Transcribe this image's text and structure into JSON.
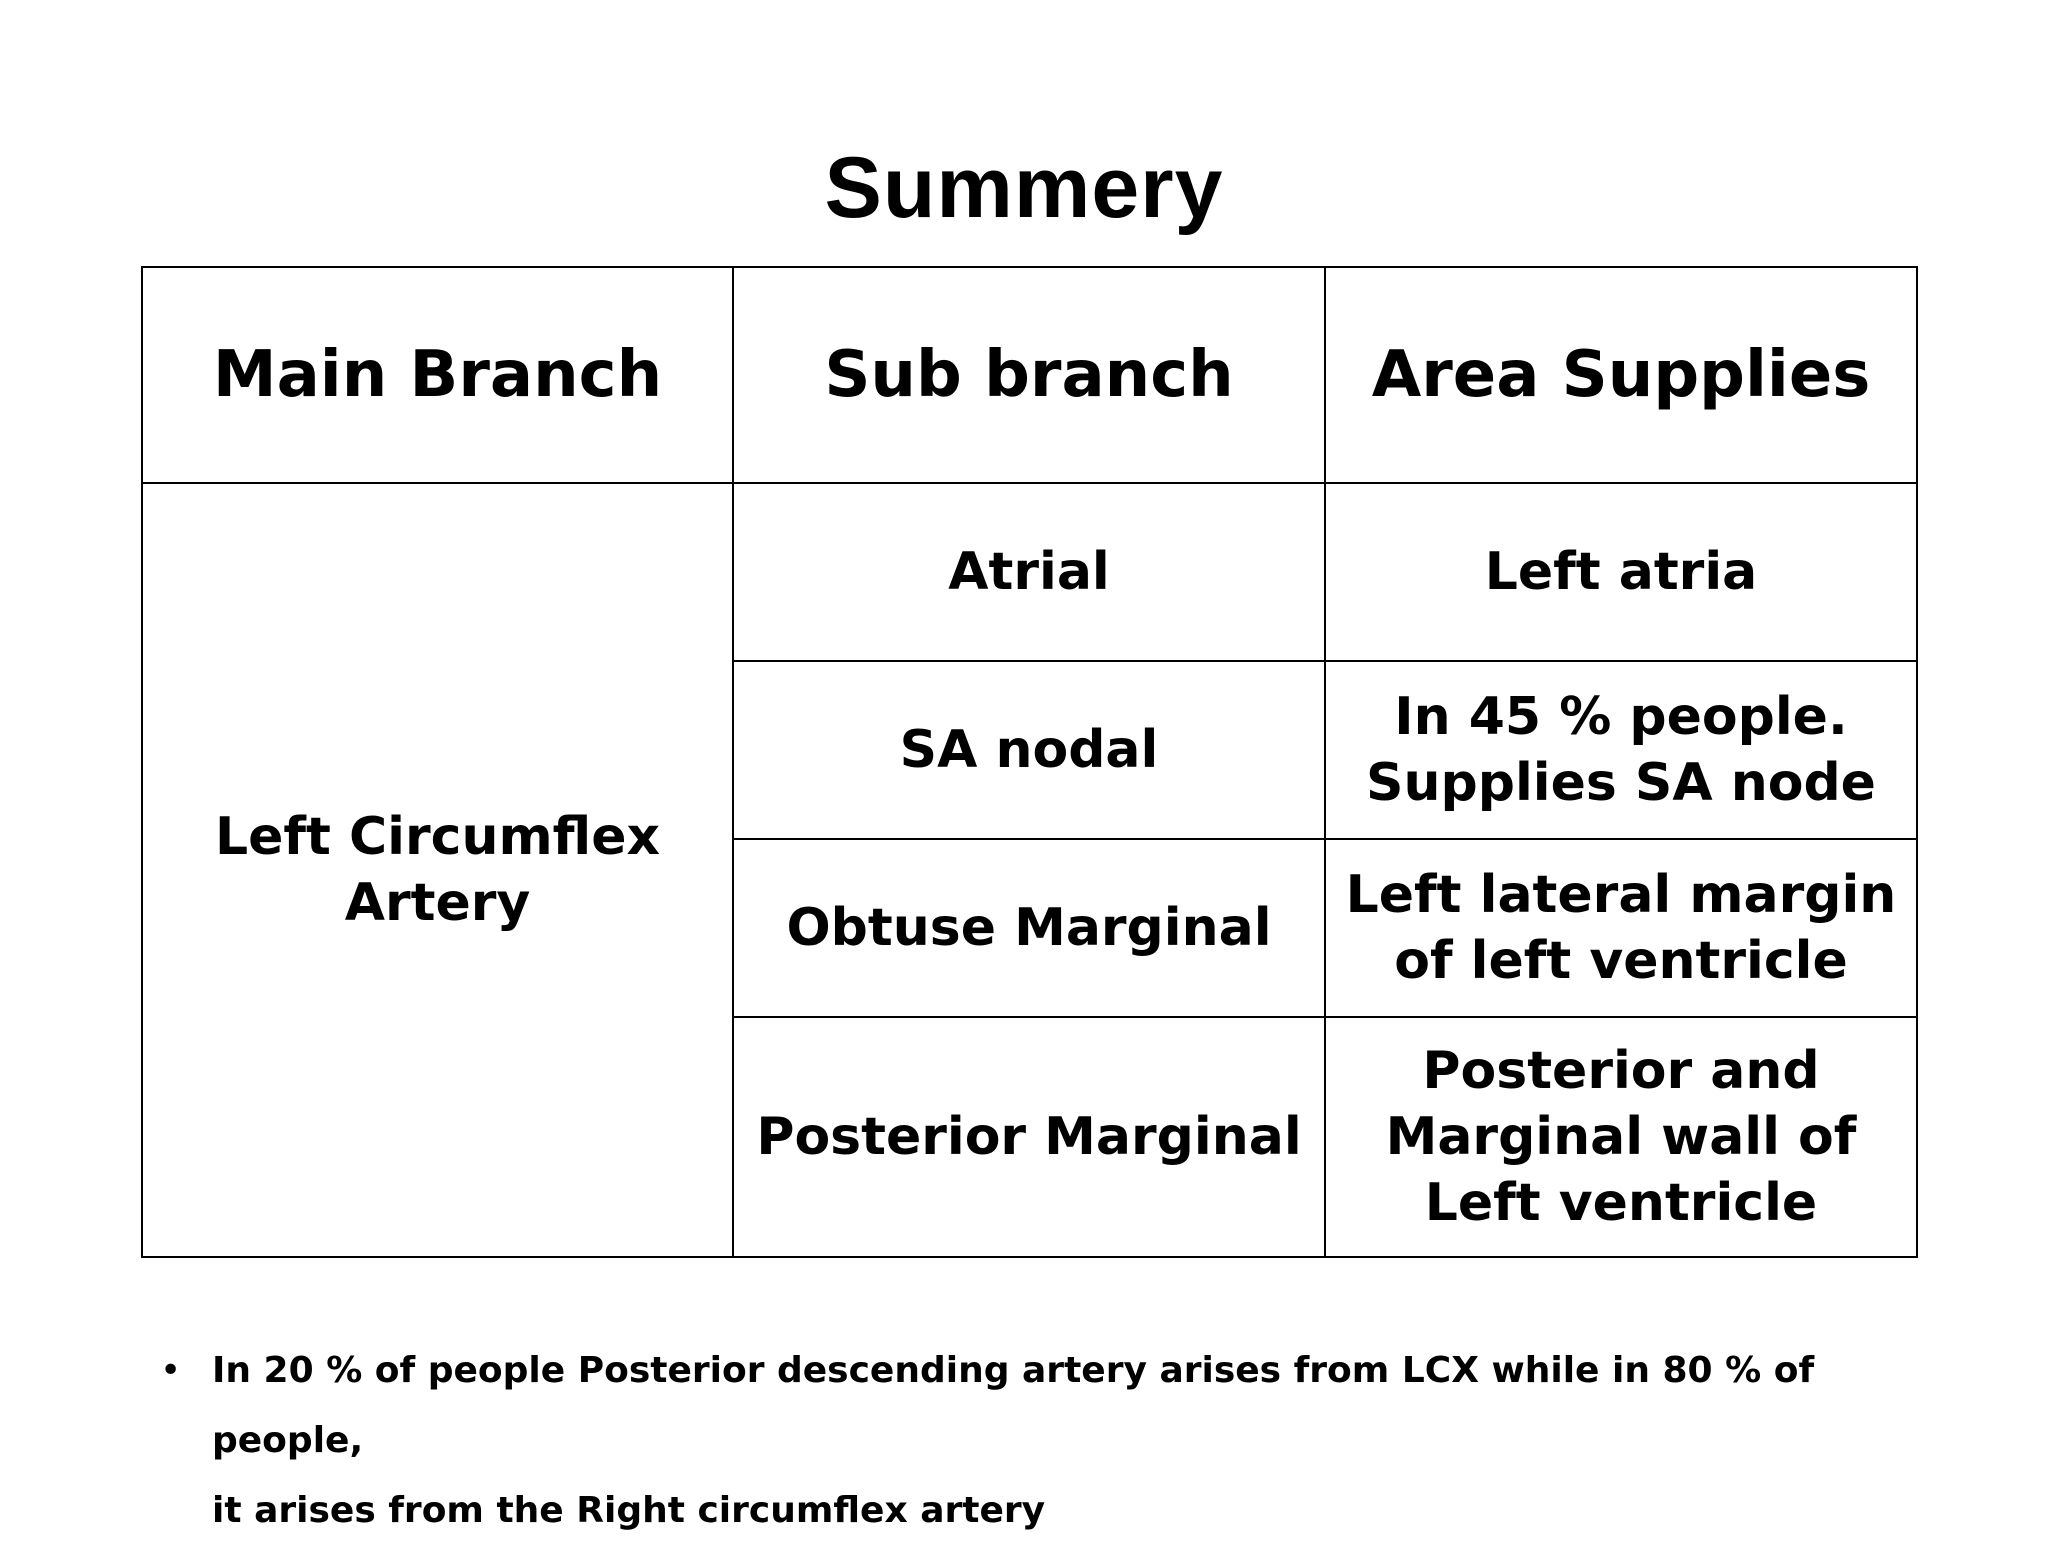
{
  "slide": {
    "title": "Summery"
  },
  "table": {
    "headers": [
      "Main Branch",
      "Sub branch",
      "Area Supplies"
    ],
    "main_branch": {
      "line1": "Left Circumflex",
      "line2": "Artery"
    },
    "rows": [
      {
        "sub_branch": "Atrial",
        "area": [
          "Left atria"
        ]
      },
      {
        "sub_branch": "SA nodal",
        "area": [
          "In 45 % people.",
          "Supplies SA node"
        ]
      },
      {
        "sub_branch": "Obtuse Marginal",
        "area": [
          "Left lateral margin",
          "of left ventricle"
        ]
      },
      {
        "sub_branch": "Posterior Marginal",
        "area": [
          "Posterior and",
          "Marginal wall of",
          "Left ventricle"
        ]
      }
    ]
  },
  "notes": {
    "bullet": "•",
    "line1": "In 20 % of people Posterior descending artery arises from LCX while in 80 % of people,",
    "line2": "it arises from the Right circumflex  artery"
  }
}
